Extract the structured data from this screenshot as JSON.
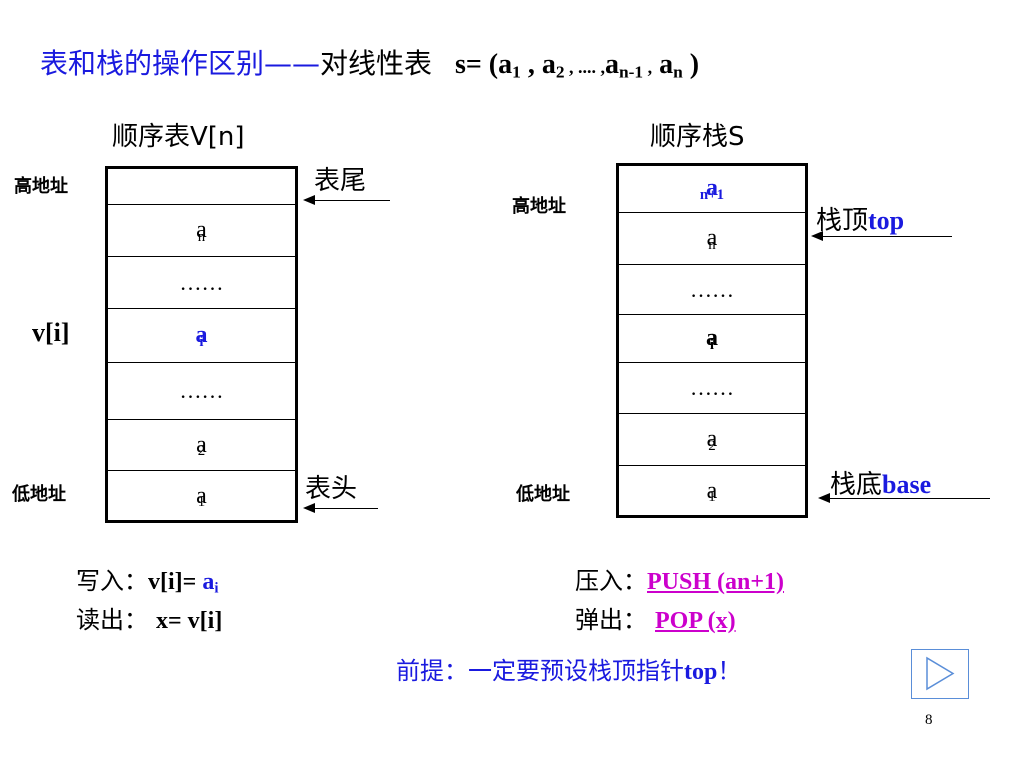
{
  "title": {
    "blue_text": "表和栈的操作区别——",
    "black_text": "对线性表",
    "formula": {
      "s_eq": "s= (",
      "a": "a",
      "sub1": "1",
      "comma": " , ",
      "sub2": "2",
      "dots": " , .... ,",
      "sub_n1": "n-1",
      "comma2": " ,",
      "sub_n": "n",
      "close": " )"
    }
  },
  "left": {
    "heading": "顺序表V[n]",
    "high_addr": "高地址",
    "low_addr": "低地址",
    "index_label": "v[i]",
    "tail_label": "表尾",
    "head_label": "表头",
    "cells": [
      {
        "base": "",
        "sub": ""
      },
      {
        "base": "a",
        "sub": "n"
      },
      {
        "base": "……",
        "sub": ""
      },
      {
        "base": "a",
        "sub": "i"
      },
      {
        "base": "……",
        "sub": ""
      },
      {
        "base": "a",
        "sub": "2"
      },
      {
        "base": "a",
        "sub": "1"
      }
    ]
  },
  "right": {
    "heading": "顺序栈S",
    "high_addr": "高地址",
    "low_addr": "低地址",
    "top_label": "栈顶",
    "top_word": "top",
    "base_label": "栈底",
    "base_word": "base",
    "cells": [
      {
        "base": "a",
        "sub": "n+1"
      },
      {
        "base": "a",
        "sub": "n"
      },
      {
        "base": "……",
        "sub": ""
      },
      {
        "base": "a",
        "sub": "i"
      },
      {
        "base": "……",
        "sub": ""
      },
      {
        "base": "a",
        "sub": "2"
      },
      {
        "base": "a",
        "sub": "1"
      }
    ]
  },
  "ops": {
    "write_label": "写入：",
    "write_expr": "v[i]= ",
    "write_a": "a",
    "write_sub": "i",
    "read_label": "读出：",
    "read_expr": "x= v[i]",
    "push_label": "压入：",
    "push_expr": "PUSH (an+1)",
    "pop_label": "弹出：",
    "pop_expr": "POP  (x)",
    "premise": "前提：一定要预设栈顶指针",
    "premise_word": "top",
    "premise_end": "！"
  },
  "nav": {
    "icon": "play-triangle-icon"
  },
  "page_number": "8",
  "colors": {
    "blue": "#1a1adf",
    "magenta": "#cc00cc",
    "button_border": "#5a8ed8"
  }
}
